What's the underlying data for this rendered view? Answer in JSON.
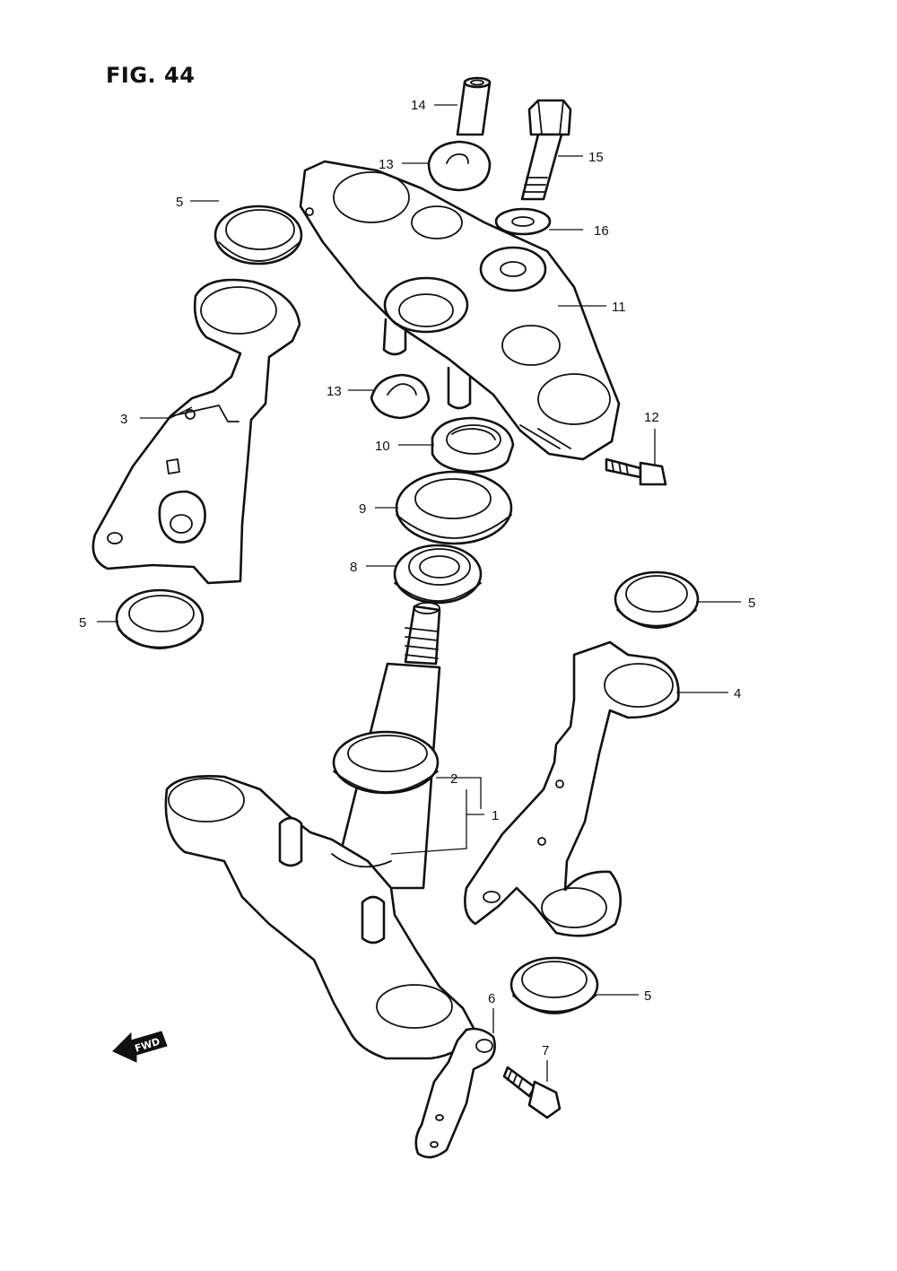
{
  "figure": {
    "title": "FIG. 44"
  },
  "fwd_label": "FWD",
  "callouts": [
    {
      "id": "c14",
      "label": "14"
    },
    {
      "id": "c13a",
      "label": "13"
    },
    {
      "id": "c15",
      "label": "15"
    },
    {
      "id": "c5a",
      "label": "5"
    },
    {
      "id": "c16",
      "label": "16"
    },
    {
      "id": "c11",
      "label": "11"
    },
    {
      "id": "c3",
      "label": "3"
    },
    {
      "id": "c13b",
      "label": "13"
    },
    {
      "id": "c12",
      "label": "12"
    },
    {
      "id": "c10",
      "label": "10"
    },
    {
      "id": "c9",
      "label": "9"
    },
    {
      "id": "c8",
      "label": "8"
    },
    {
      "id": "c5b",
      "label": "5"
    },
    {
      "id": "c5c",
      "label": "5"
    },
    {
      "id": "c4",
      "label": "4"
    },
    {
      "id": "c2",
      "label": "2"
    },
    {
      "id": "c1",
      "label": "1"
    },
    {
      "id": "c5d",
      "label": "5"
    },
    {
      "id": "c6",
      "label": "6"
    },
    {
      "id": "c7",
      "label": "7"
    }
  ]
}
